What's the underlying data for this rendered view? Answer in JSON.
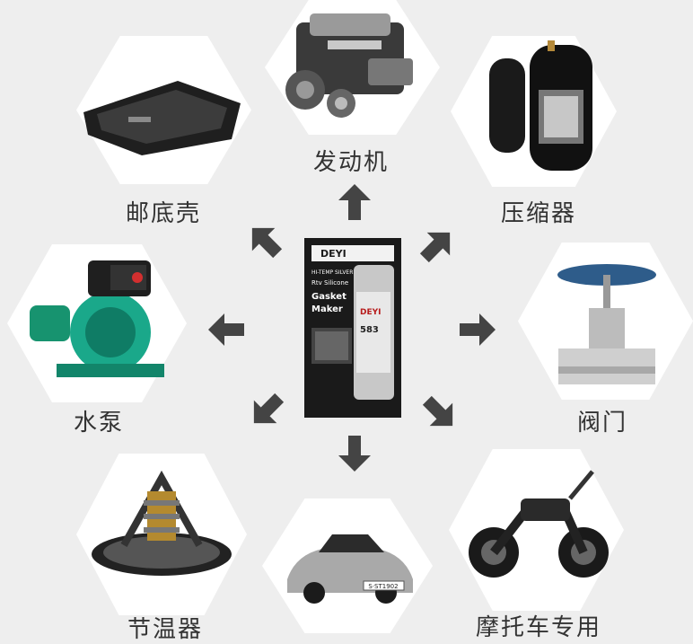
{
  "applications": [
    {
      "id": "engine",
      "label": "发动机",
      "icon": "engine-icon"
    },
    {
      "id": "oil-pan",
      "label": "邮底壳",
      "icon": "oil-pan-icon"
    },
    {
      "id": "compressor",
      "label": "压缩器",
      "icon": "compressor-icon"
    },
    {
      "id": "water-pump",
      "label": "水泵",
      "icon": "water-pump-icon"
    },
    {
      "id": "valve",
      "label": "阀门",
      "icon": "valve-icon"
    },
    {
      "id": "thermostat",
      "label": "节温器",
      "icon": "thermostat-icon"
    },
    {
      "id": "car",
      "label": "",
      "icon": "sports-car-icon"
    },
    {
      "id": "motorcycle",
      "label": "摩托车专用",
      "icon": "motorcycle-icon"
    }
  ],
  "product": {
    "brand": "DEYI",
    "model": "583",
    "lines": [
      "HI-TEMP SILVER",
      "Rtv Silicone",
      "Gasket",
      "Maker"
    ],
    "plate_text": "S·ST1902"
  },
  "colors": {
    "background": "#eeeeee",
    "arrow": "#444444",
    "hex": "#ffffff",
    "label": "#333333"
  }
}
